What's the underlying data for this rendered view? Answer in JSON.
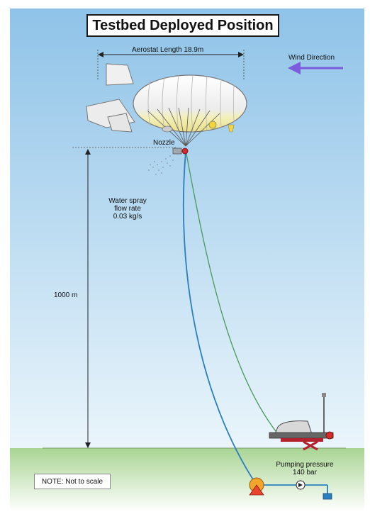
{
  "title": "Testbed Deployed Position",
  "labels": {
    "aerostat_length": "Aerostat Length 18.9m",
    "wind_direction": "Wind Direction",
    "nozzle": "Nozzle",
    "water_spray_line1": "Water spray",
    "water_spray_line2": "flow rate",
    "water_spray_line3": "0.03 kg/s",
    "altitude": "1000 m",
    "pumping_line1": "Pumping pressure",
    "pumping_line2": "140 bar",
    "note": "NOTE: Not to scale"
  },
  "colors": {
    "sky_top": "#8fc3e8",
    "sky_bottom": "#eaf5fb",
    "ground_top": "#a9d594",
    "ground_bottom": "#ffffff",
    "hose": "#2a7fc0",
    "tether": "#4a9a5c",
    "wind_arrow": "#7b5cdc",
    "pump": "#f3a52b",
    "pump_base": "#e8442e",
    "nozzle": "#d42b2b"
  },
  "icons": [
    "aerostat-icon",
    "nozzle-icon",
    "spray-icon",
    "wind-arrow-icon",
    "winch-trailer-icon",
    "pump-icon",
    "valve-icon",
    "water-tank-icon"
  ]
}
